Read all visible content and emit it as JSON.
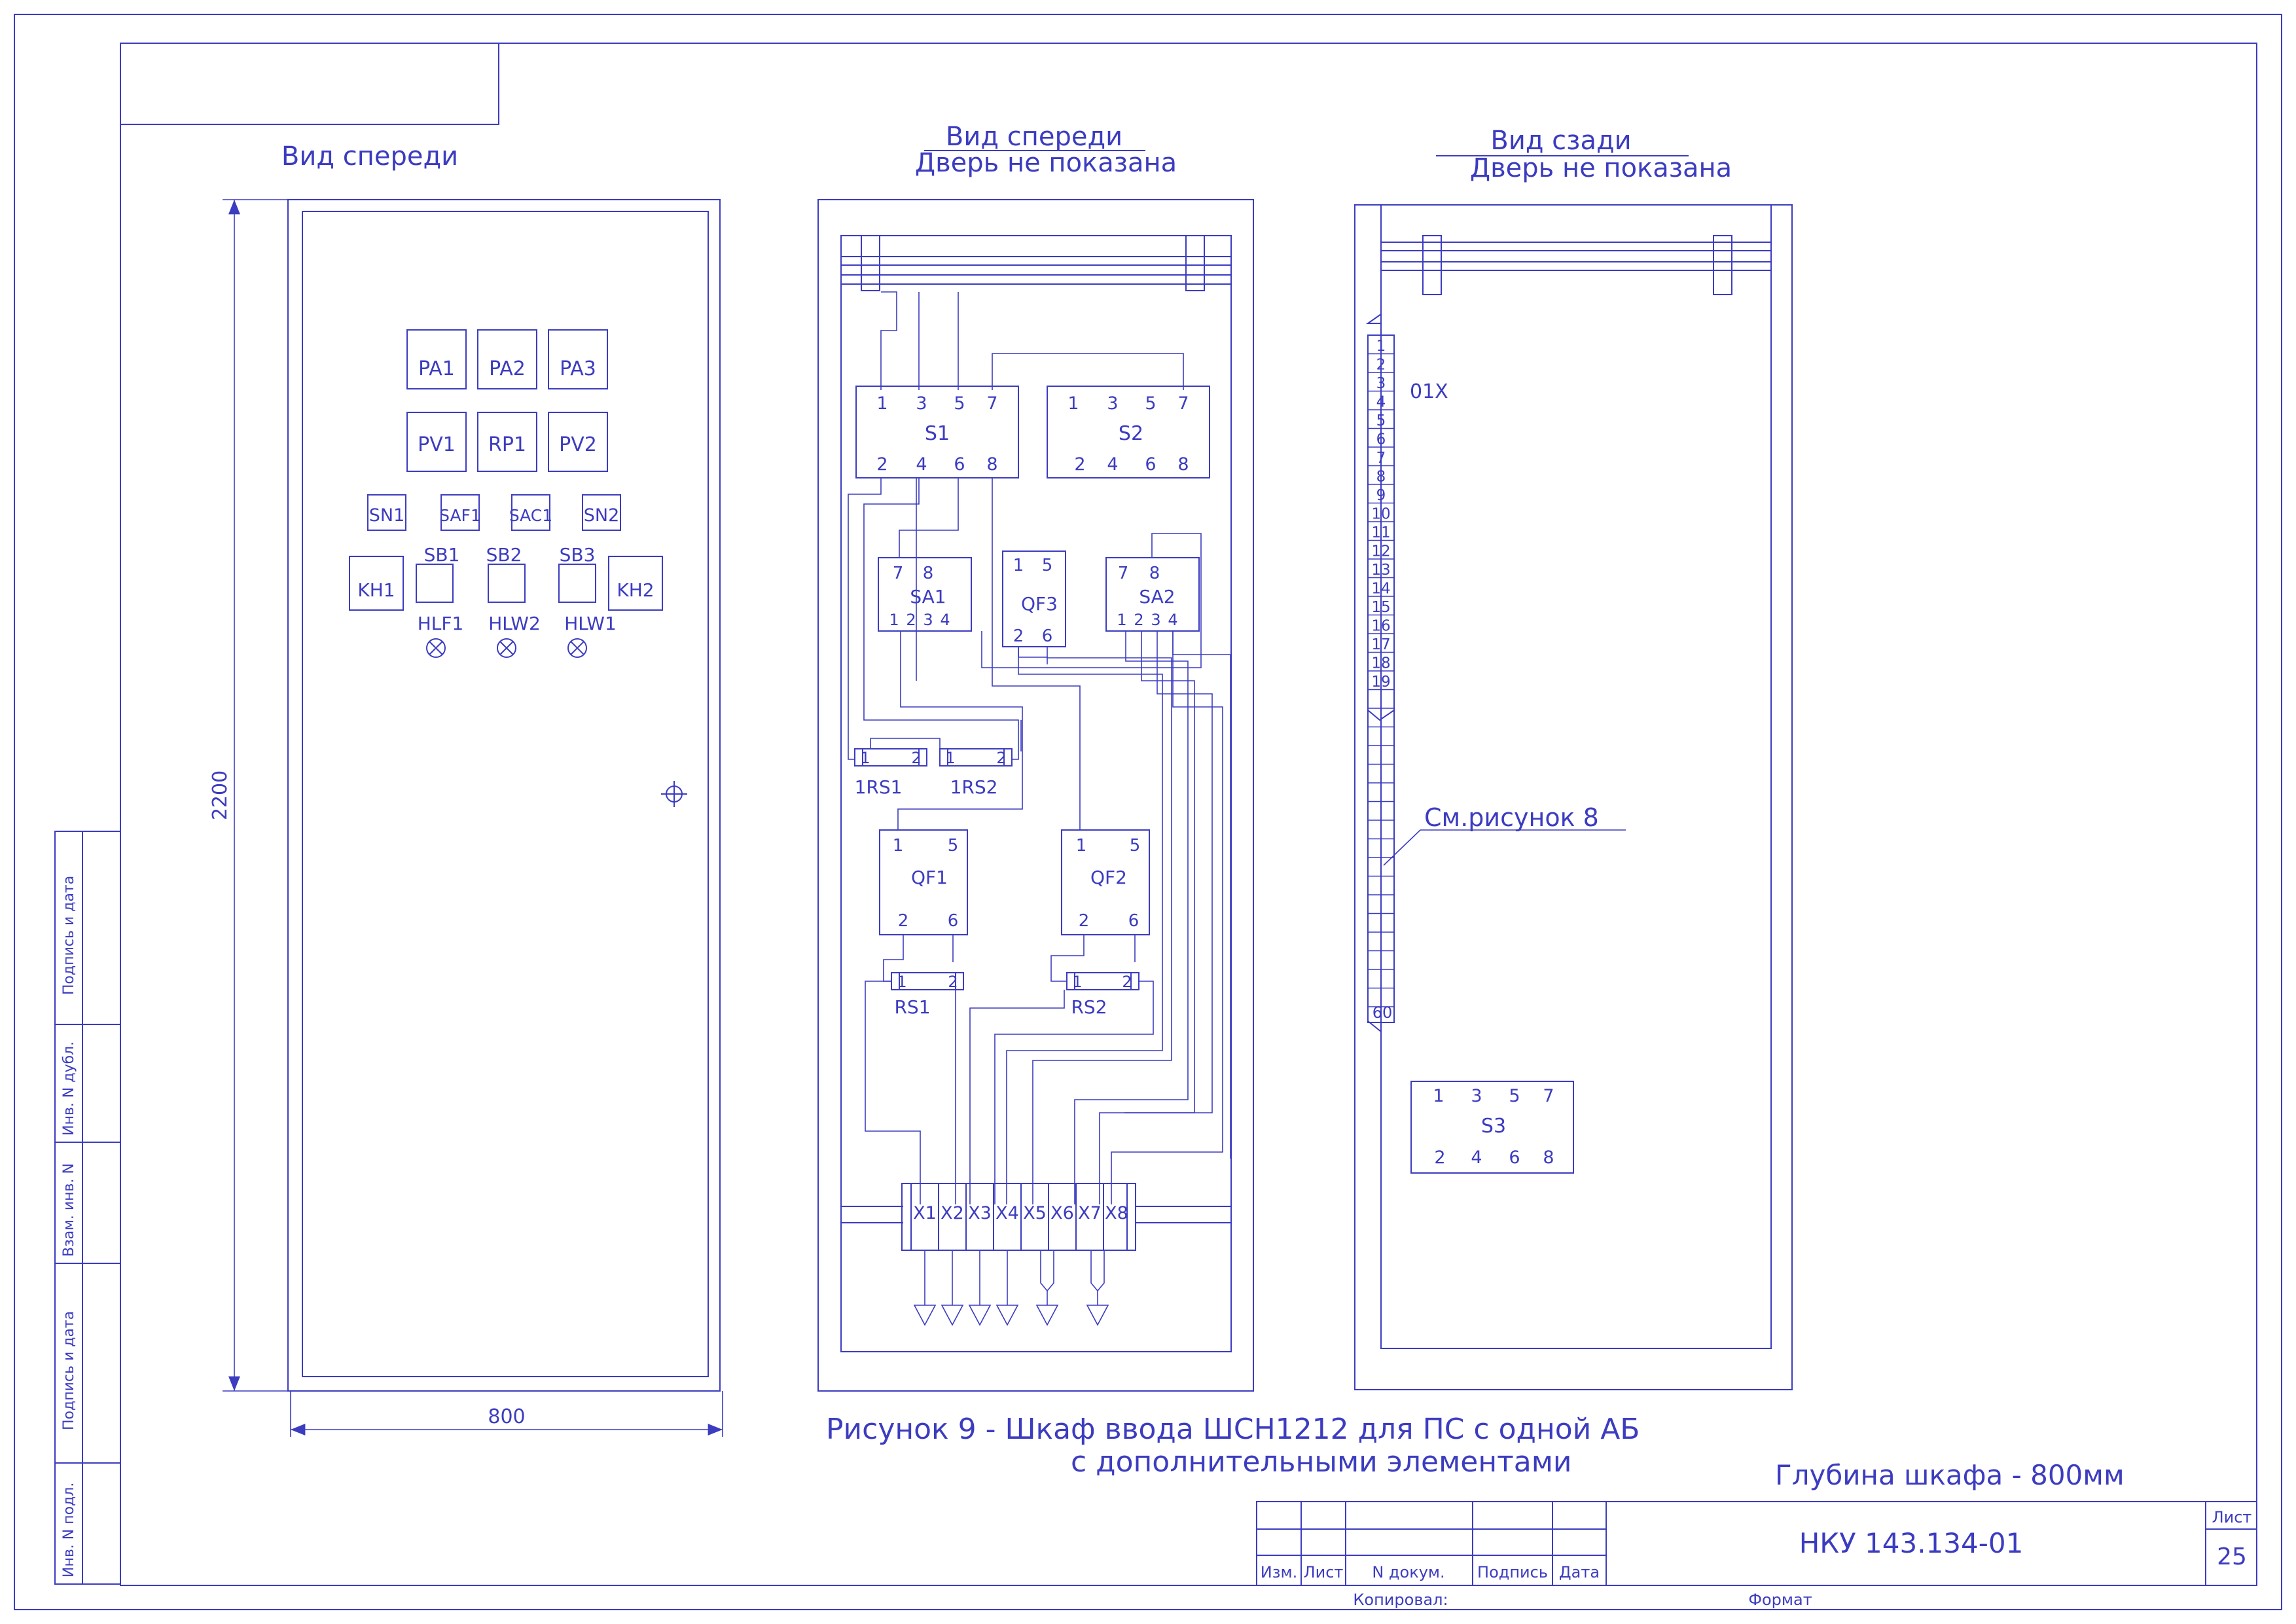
{
  "colors": {
    "line": "#3c3cc0",
    "background": "#ffffff"
  },
  "views": {
    "front_title": "Вид спереди",
    "mid_title_1": "Вид спереди",
    "mid_title_2": "Дверь не показана",
    "rear_title_1": "Вид сзади",
    "rear_title_2": "Дверь не показана"
  },
  "dimensions": {
    "height": "2200",
    "width": "800"
  },
  "front_panel": {
    "meters": [
      "PA1",
      "PA2",
      "PA3",
      "PV1",
      "RP1",
      "PV2"
    ],
    "switches": [
      "SN1",
      "SAF1",
      "SAC1",
      "SN2"
    ],
    "buttons": [
      "SB1",
      "SB2",
      "SB3"
    ],
    "keys": [
      "KH1",
      "KH2"
    ],
    "lamps": [
      "HLF1",
      "HLW2",
      "HLW1"
    ]
  },
  "middle_panel": {
    "s1": {
      "name": "S1",
      "top": [
        "1",
        "3",
        "5",
        "7"
      ],
      "bottom": [
        "2",
        "4",
        "6",
        "8"
      ]
    },
    "s2": {
      "name": "S2",
      "top": [
        "1",
        "3",
        "5",
        "7"
      ],
      "bottom": [
        "2",
        "4",
        "6",
        "8"
      ]
    },
    "sa1": {
      "name": "SA1",
      "top": [
        "7",
        "8"
      ],
      "bottom": [
        "1",
        "2",
        "3",
        "4"
      ]
    },
    "sa2": {
      "name": "SA2",
      "top": [
        "7",
        "8"
      ],
      "bottom": [
        "1",
        "2",
        "3",
        "4"
      ]
    },
    "qf3": {
      "name": "QF3",
      "top": [
        "1",
        "5"
      ],
      "bottom": [
        "2",
        "6"
      ]
    },
    "rs_top": [
      {
        "name": "1RS1",
        "pins": [
          "1",
          "2"
        ]
      },
      {
        "name": "1RS2",
        "pins": [
          "1",
          "2"
        ]
      }
    ],
    "qf1": {
      "name": "QF1",
      "top": [
        "1",
        "5"
      ],
      "bottom": [
        "2",
        "6"
      ]
    },
    "qf2": {
      "name": "QF2",
      "top": [
        "1",
        "5"
      ],
      "bottom": [
        "2",
        "6"
      ]
    },
    "rs_bottom": [
      {
        "name": "RS1",
        "pins": [
          "1",
          "2"
        ]
      },
      {
        "name": "RS2",
        "pins": [
          "1",
          "2"
        ]
      }
    ],
    "terminals": [
      "X1",
      "X2",
      "X3",
      "X4",
      "X5",
      "X6",
      "X7",
      "X8"
    ]
  },
  "rear_panel": {
    "strip_label": "01X",
    "numbers": [
      "1",
      "2",
      "3",
      "4",
      "5",
      "6",
      "7",
      "8",
      "9",
      "10",
      "11",
      "12",
      "13",
      "14",
      "15",
      "16",
      "17",
      "18",
      "19"
    ],
    "end_number": "60",
    "reference": "См.рисунок 8",
    "s3": {
      "name": "S3",
      "top": [
        "1",
        "3",
        "5",
        "7"
      ],
      "bottom": [
        "2",
        "4",
        "6",
        "8"
      ]
    }
  },
  "caption": {
    "line1": "Рисунок 9 - Шкаф ввода ШСН1212 для ПС с одной АБ",
    "line2": "с дополнительными элементами"
  },
  "depth_note": "Глубина шкафа - 800мм",
  "left_strip": [
    "Подпись и дата",
    "Инв. N дубл.",
    "Взам. инв. N",
    "Подпись и дата",
    "Инв. N подл."
  ],
  "title_block": {
    "headers": [
      "Изм.",
      "Лист",
      "N докум.",
      "Подпись",
      "Дата"
    ],
    "document": "НКУ 143.134-01",
    "sheet_label": "Лист",
    "sheet_number": "25",
    "copied": "Копировал:",
    "format": "Формат"
  }
}
